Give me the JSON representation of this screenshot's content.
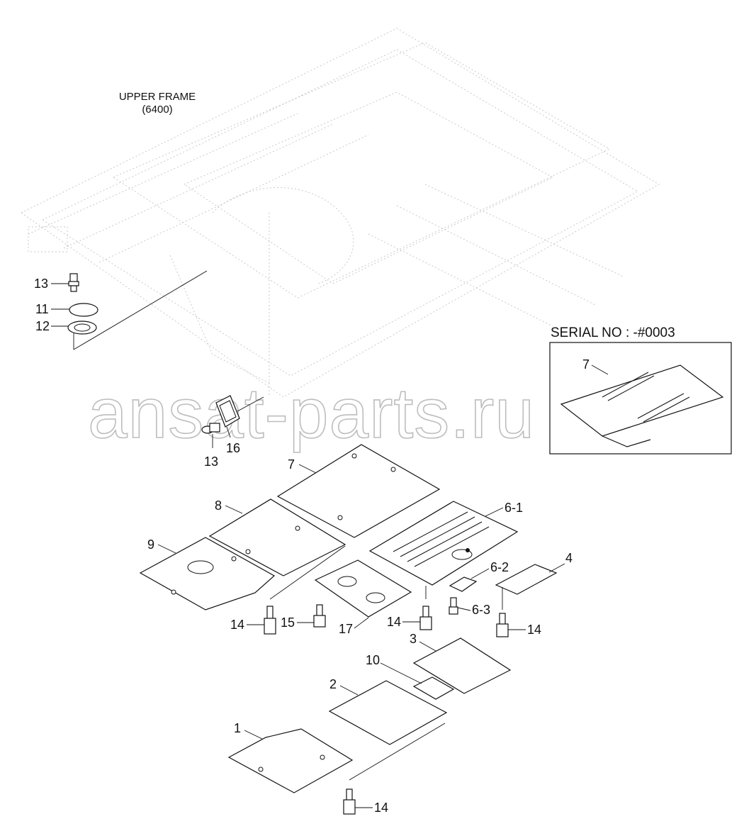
{
  "frame_label": {
    "line1": "UPPER FRAME",
    "line2": "(6400)"
  },
  "serial": {
    "label": "SERIAL NO : -#0003",
    "part": "7"
  },
  "watermark": "ansat-parts.ru",
  "callouts": {
    "c13a": "13",
    "c11": "11",
    "c12": "12",
    "c13b": "13",
    "c16": "16",
    "c7": "7",
    "c8": "8",
    "c9": "9",
    "c6_1": "6-1",
    "c6_2": "6-2",
    "c6_3": "6-3",
    "c4": "4",
    "c14a": "14",
    "c15": "15",
    "c17": "17",
    "c14b": "14",
    "c14c": "14",
    "c3": "3",
    "c10": "10",
    "c2": "2",
    "c1": "1",
    "c14d": "14"
  }
}
